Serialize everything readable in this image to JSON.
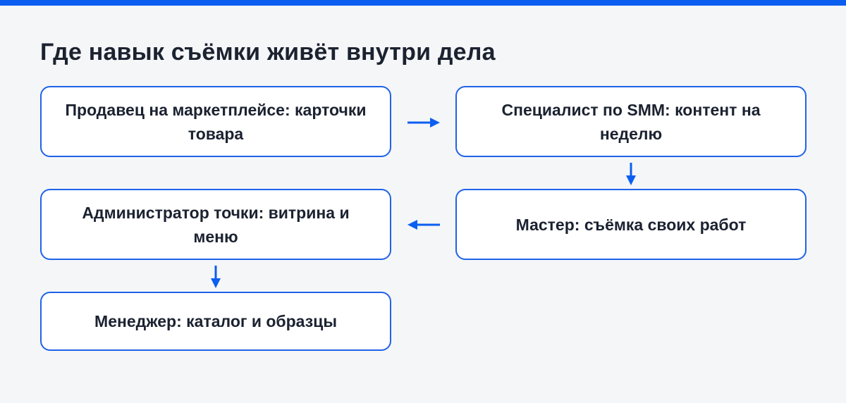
{
  "title": "Где навык съёмки живёт внутри дела",
  "colors": {
    "accent": "#0b5ff0",
    "box_border": "#1f63e8",
    "background": "#f5f6f8",
    "text": "#1b2230"
  },
  "nodes": [
    {
      "id": "seller",
      "label": "Продавец на маркетплейсе: карточки товара"
    },
    {
      "id": "smm",
      "label": "Специалист по SMM: контент на неделю"
    },
    {
      "id": "master",
      "label": "Мастер: съёмка своих работ"
    },
    {
      "id": "admin",
      "label": "Администратор точки: витрина и меню"
    },
    {
      "id": "manager",
      "label": "Менеджер: каталог и образцы"
    }
  ],
  "edges": [
    {
      "from": "seller",
      "to": "smm"
    },
    {
      "from": "smm",
      "to": "master"
    },
    {
      "from": "master",
      "to": "admin"
    },
    {
      "from": "admin",
      "to": "manager"
    }
  ]
}
